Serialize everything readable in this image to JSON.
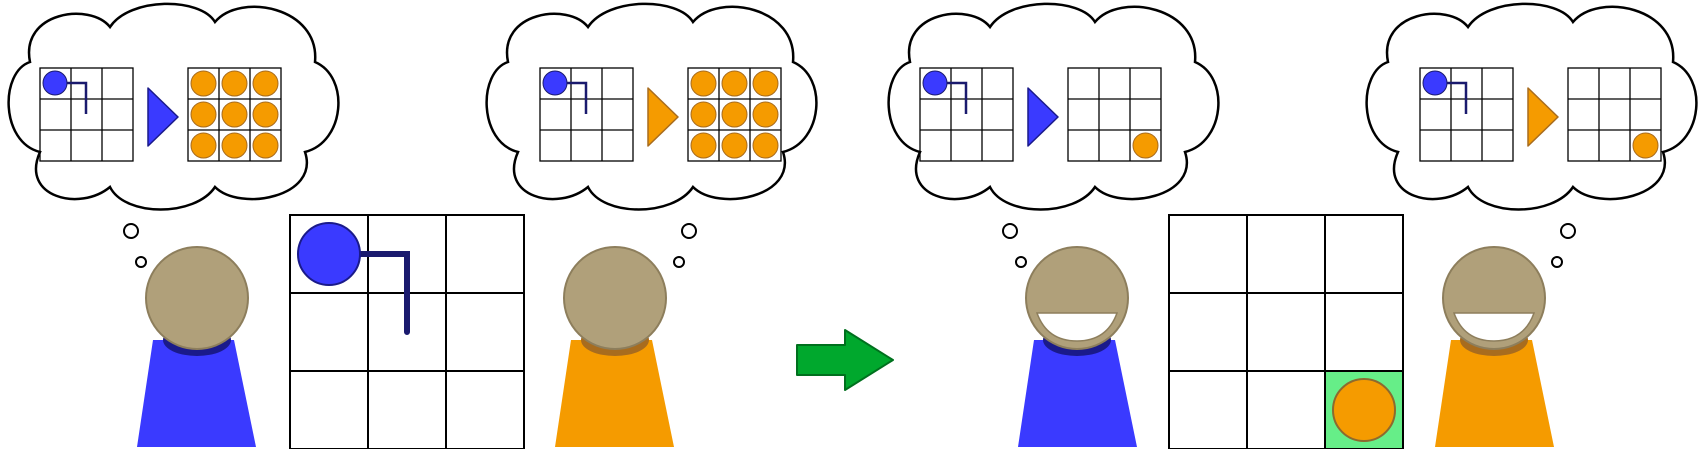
{
  "colors": {
    "agent_blue": "#3a3aff",
    "agent_blue_shadow": "#1a1a8a",
    "agent_orange": "#f59b00",
    "agent_orange_shadow": "#a86c1e",
    "head": "#b0a07a",
    "head_stroke": "#8d7e5c",
    "grid_line": "#000000",
    "path_line": "#1a1a6e",
    "arrow_green": "#00a82d",
    "arrow_green_stroke": "#00701e",
    "goal_cell": "#66ee88",
    "cloud_fill": "#ffffff",
    "cloud_stroke": "#000000"
  },
  "panels": [
    {
      "id": "before",
      "agents": [
        {
          "id": "blue",
          "color": "agent_blue",
          "expression": "neutral",
          "thought": {
            "left_grid": "blue-start-with-path",
            "arrow": "blue",
            "right_grid": "all-cells-orange"
          }
        },
        {
          "id": "orange",
          "color": "agent_orange",
          "expression": "neutral",
          "thought": {
            "left_grid": "blue-start-with-path",
            "arrow": "orange",
            "right_grid": "all-cells-orange"
          }
        }
      ],
      "world_grid": {
        "rows": 3,
        "cols": 3,
        "blue_piece_cell": [
          0,
          0
        ],
        "path_cells": [
          [
            0,
            0
          ],
          [
            0,
            1
          ],
          [
            1,
            1
          ]
        ]
      }
    },
    {
      "id": "after",
      "agents": [
        {
          "id": "blue",
          "color": "agent_blue",
          "expression": "smiling",
          "thought": {
            "left_grid": "blue-start-with-path",
            "arrow": "blue",
            "right_grid": "orange-in-bottom-right"
          }
        },
        {
          "id": "orange",
          "color": "agent_orange",
          "expression": "smiling",
          "thought": {
            "left_grid": "blue-start-with-path",
            "arrow": "orange",
            "right_grid": "orange-in-bottom-right"
          }
        }
      ],
      "world_grid": {
        "rows": 3,
        "cols": 3,
        "orange_piece_cell": [
          2,
          2
        ],
        "highlighted_cell": [
          2,
          2
        ]
      }
    }
  ],
  "transition": {
    "icon": "right-arrow-icon",
    "color": "arrow_green"
  }
}
